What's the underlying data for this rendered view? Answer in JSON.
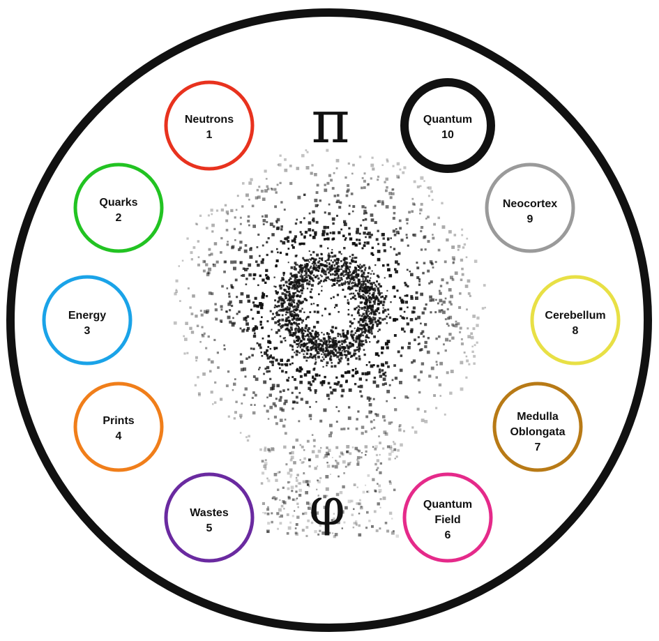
{
  "symbols": {
    "top": "π",
    "bottom": "φ"
  },
  "nodes": [
    {
      "id": "neutrons",
      "lines": [
        "Neutrons",
        "1"
      ],
      "color": "#e8321e"
    },
    {
      "id": "quarks",
      "lines": [
        "Quarks",
        "2"
      ],
      "color": "#22c322"
    },
    {
      "id": "energy",
      "lines": [
        "Energy",
        "3"
      ],
      "color": "#1aa3e8"
    },
    {
      "id": "prints",
      "lines": [
        "Prints",
        "4"
      ],
      "color": "#f07e1a"
    },
    {
      "id": "wastes",
      "lines": [
        "Wastes",
        "5"
      ],
      "color": "#6a2aa0"
    },
    {
      "id": "quantum-field",
      "lines": [
        "Quantum",
        "Field",
        "6"
      ],
      "color": "#e52a8a"
    },
    {
      "id": "medulla-oblongata",
      "lines": [
        "Medulla",
        "Oblongata",
        "7"
      ],
      "color": "#b87a16"
    },
    {
      "id": "cerebellum",
      "lines": [
        "Cerebellum",
        "8"
      ],
      "color": "#e8e045"
    },
    {
      "id": "neocortex",
      "lines": [
        "Neocortex",
        "9"
      ],
      "color": "#9a9a9a"
    },
    {
      "id": "quantum",
      "lines": [
        "Quantum",
        "10"
      ],
      "color": "#111111"
    }
  ],
  "colors": {
    "outer_ring": "#111111",
    "dots": "#111111"
  }
}
